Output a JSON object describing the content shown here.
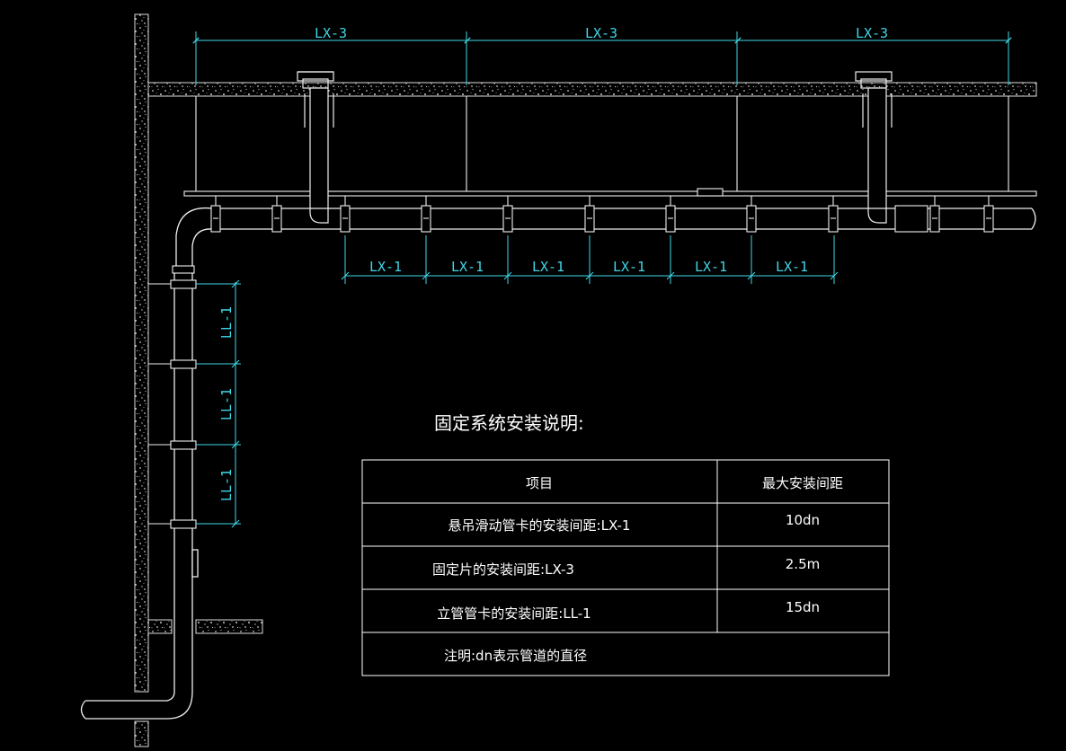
{
  "dimensions": {
    "top_spacing_label": "LX-3",
    "top_spacings": [
      "LX-3",
      "LX-3",
      "LX-3"
    ],
    "bottom_spacings": [
      "LX-1",
      "LX-1",
      "LX-1",
      "LX-1",
      "LX-1",
      "LX-1"
    ],
    "riser_spacings": [
      "LL-1",
      "LL-1",
      "LL-1"
    ]
  },
  "notes": {
    "title": "固定系统安装说明:",
    "header": {
      "item": "项目",
      "spacing": "最大安装间距"
    },
    "rows": [
      {
        "item": "悬吊滑动管卡的安装间距:LX-1",
        "value": "10dn"
      },
      {
        "item": "固定片的安装间距:LX-3",
        "value": "2.5m"
      },
      {
        "item": "立管管卡的安装间距:LL-1",
        "value": "15dn"
      }
    ],
    "footnote": "注明:dn表示管道的直径"
  },
  "colors": {
    "background": "#000000",
    "line": "#ffffff",
    "dimension": "#3fd8e8",
    "hatch": "#bdbdbd"
  }
}
